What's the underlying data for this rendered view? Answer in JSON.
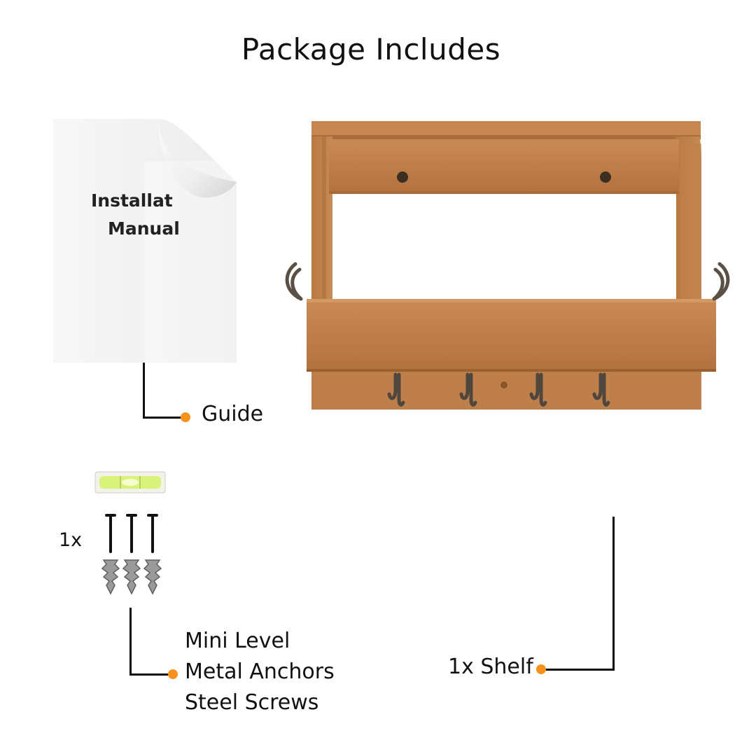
{
  "title": "Package Includes",
  "manual": {
    "line1": "Installat",
    "line2": "Manual"
  },
  "labels": {
    "guide": "Guide",
    "qty_hardware": "1x",
    "hardware": [
      "Mini Level",
      "Metal Anchors",
      "Steel Screws"
    ],
    "shelf": "1x Shelf"
  },
  "colors": {
    "accent_dot": "#f5921e",
    "wood": "#c0824f",
    "level_body": "#d9f27a"
  }
}
